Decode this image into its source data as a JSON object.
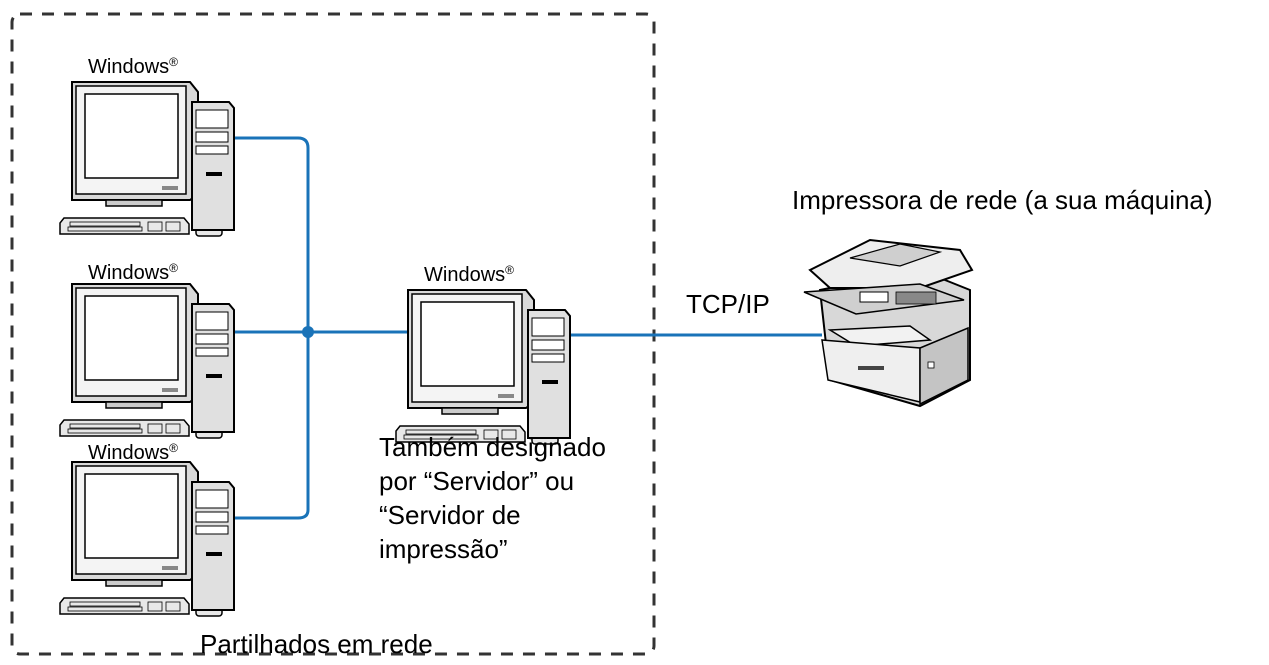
{
  "client_label": "Windows",
  "registered_mark": "®",
  "server_label": "Windows",
  "server_note": "Também designado\npor “Servidor” ou\n“Servidor de\nimpressão”",
  "protocol_label": "TCP/IP",
  "printer_label": "Impressora de rede (a sua máquina)",
  "group_label": "Partilhados em rede",
  "colors": {
    "network_line": "#1a73b8",
    "boundary": "#333333",
    "node": "#1a73b8"
  }
}
